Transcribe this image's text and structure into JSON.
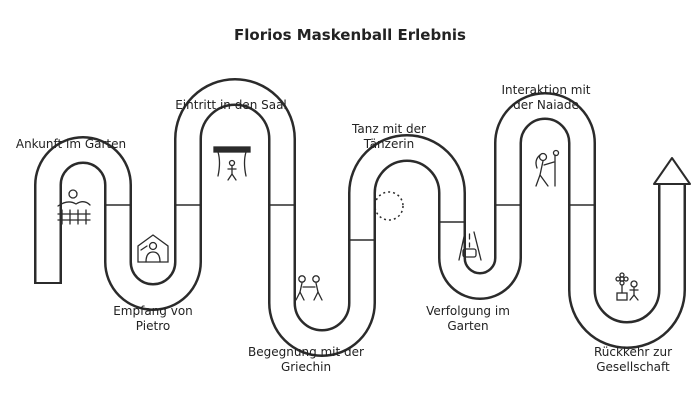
{
  "title": "Florios Maskenball Erlebnis",
  "colors": {
    "stroke": "#2b2b2b",
    "road": "#ffffff"
  },
  "steps": [
    {
      "lines": [
        "Ankunft im Garten"
      ],
      "icon": "landscape-fence-icon"
    },
    {
      "lines": [
        "Empfang von",
        "Pietro"
      ],
      "icon": "host-greeting-icon"
    },
    {
      "lines": [
        "Eintritt in den Saal"
      ],
      "icon": "stage-curtain-icon"
    },
    {
      "lines": [
        "Begegnung mit der",
        "Griechin"
      ],
      "icon": "two-people-meeting-icon"
    },
    {
      "lines": [
        "Tanz mit der",
        "Tänzerin"
      ],
      "icon": "dotted-circle-icon"
    },
    {
      "lines": [
        "Verfolgung im",
        "Garten"
      ],
      "icon": "car-road-icon"
    },
    {
      "lines": [
        "Interaktion mit",
        "der Naiade"
      ],
      "icon": "naiad-figure-icon"
    },
    {
      "lines": [
        "Rückkehr zur",
        "Gesellschaft"
      ],
      "icon": "flower-person-icon"
    }
  ]
}
